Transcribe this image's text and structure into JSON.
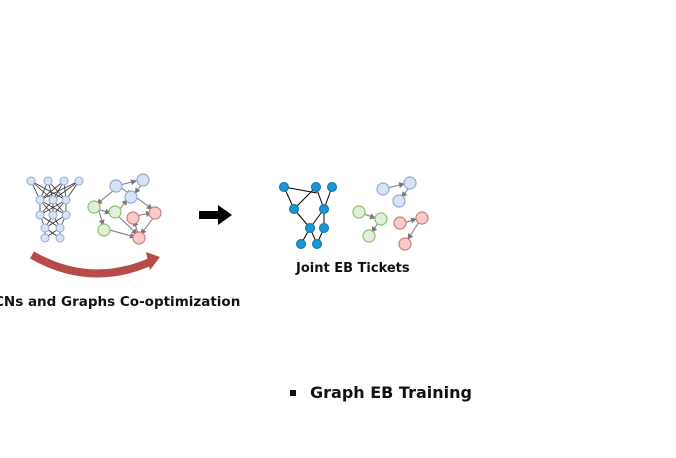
{
  "captions": {
    "left": "CNs and Graphs Co-optimization",
    "right": "Joint EB Tickets"
  },
  "bullet": {
    "text": "Graph EB Training"
  },
  "icons": {
    "arrow": "right-arrow-icon",
    "curve": "curved-arrow-icon"
  },
  "colors": {
    "net_node_light": "#dae3f3",
    "net_node_stroke": "#8fa9d6",
    "ticket_node": "#1b94d6",
    "blue_node": "#dae3f3",
    "green_node": "#e2f0d9",
    "red_node": "#f8cbcb",
    "curve_arrow": "#b84a47"
  }
}
